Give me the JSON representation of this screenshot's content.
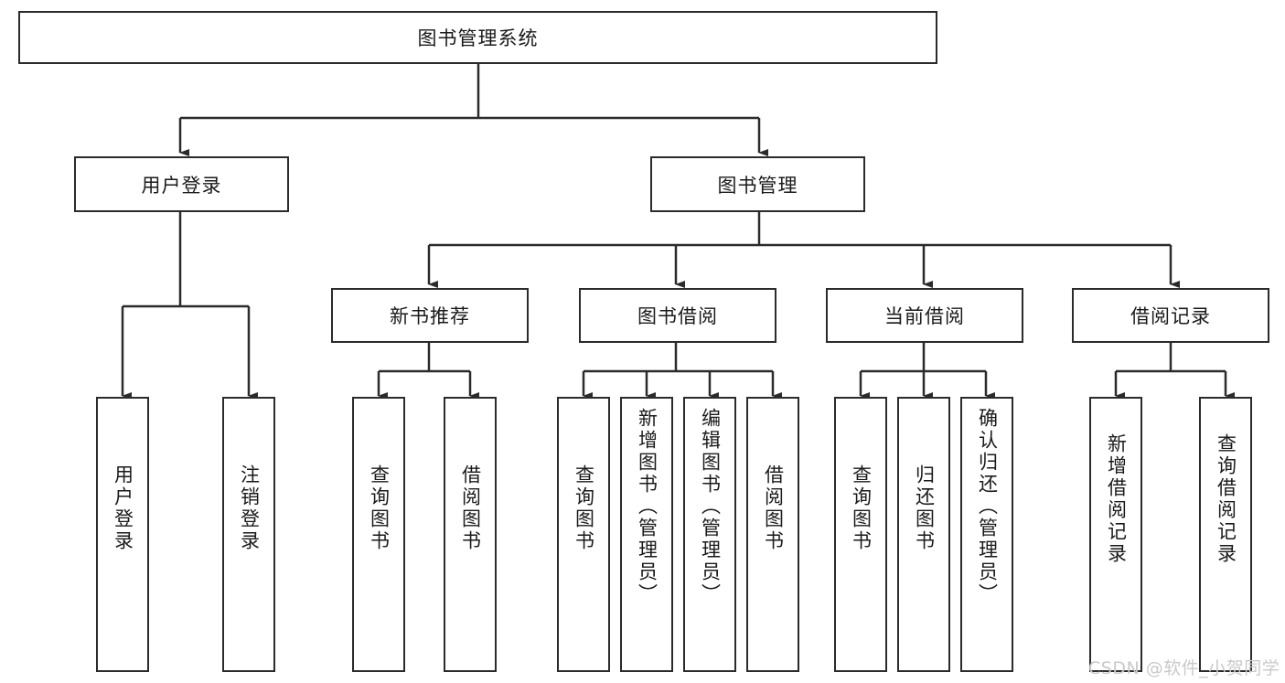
{
  "diagram": {
    "title": "图书管理系统",
    "root": {
      "id": "root",
      "label": "图书管理系统",
      "orientation": "horizontal"
    },
    "level2": [
      {
        "id": "user-login",
        "label": "用户登录",
        "orientation": "horizontal"
      },
      {
        "id": "book-manage",
        "label": "图书管理",
        "orientation": "horizontal"
      }
    ],
    "level3": [
      {
        "id": "new-book-recommend",
        "label": "新书推荐",
        "orientation": "horizontal",
        "parent": "book-manage"
      },
      {
        "id": "book-borrow",
        "label": "图书借阅",
        "orientation": "horizontal",
        "parent": "book-manage"
      },
      {
        "id": "current-borrow",
        "label": "当前借阅",
        "orientation": "horizontal",
        "parent": "book-manage"
      },
      {
        "id": "borrow-record",
        "label": "借阅记录",
        "orientation": "horizontal",
        "parent": "book-manage"
      }
    ],
    "leaves": [
      {
        "id": "leaf-user-login",
        "label": "用户登录",
        "orientation": "vertical",
        "parent": "user-login"
      },
      {
        "id": "leaf-user-logout",
        "label": "注销登录",
        "orientation": "vertical",
        "parent": "user-login"
      },
      {
        "id": "leaf-query-book-1",
        "label": "查询图书",
        "orientation": "vertical",
        "parent": "new-book-recommend"
      },
      {
        "id": "leaf-borrow-book-1",
        "label": "借阅图书",
        "orientation": "vertical",
        "parent": "new-book-recommend"
      },
      {
        "id": "leaf-query-book-2",
        "label": "查询图书",
        "orientation": "vertical",
        "parent": "book-borrow"
      },
      {
        "id": "leaf-add-book",
        "label": "新增图书（管理员）",
        "orientation": "vertical",
        "parent": "book-borrow"
      },
      {
        "id": "leaf-edit-book",
        "label": "编辑图书（管理员）",
        "orientation": "vertical",
        "parent": "book-borrow"
      },
      {
        "id": "leaf-borrow-book-2",
        "label": "借阅图书",
        "orientation": "vertical",
        "parent": "book-borrow"
      },
      {
        "id": "leaf-query-book-3",
        "label": "查询图书",
        "orientation": "vertical",
        "parent": "current-borrow"
      },
      {
        "id": "leaf-return-book",
        "label": "归还图书",
        "orientation": "vertical",
        "parent": "current-borrow"
      },
      {
        "id": "leaf-confirm-return",
        "label": "确认归还（管理员）",
        "orientation": "vertical",
        "parent": "current-borrow"
      },
      {
        "id": "leaf-add-record",
        "label": "新增借阅记录",
        "orientation": "vertical",
        "parent": "borrow-record"
      },
      {
        "id": "leaf-query-record",
        "label": "查询借阅记录",
        "orientation": "vertical",
        "parent": "borrow-record"
      }
    ]
  },
  "watermark": {
    "text": "CSDN @软件_小贺同学"
  },
  "colors": {
    "stroke": "#2b2b2b",
    "fill": "#ffffff",
    "text": "#1a1a1a",
    "watermark": "#c9c9c9"
  }
}
